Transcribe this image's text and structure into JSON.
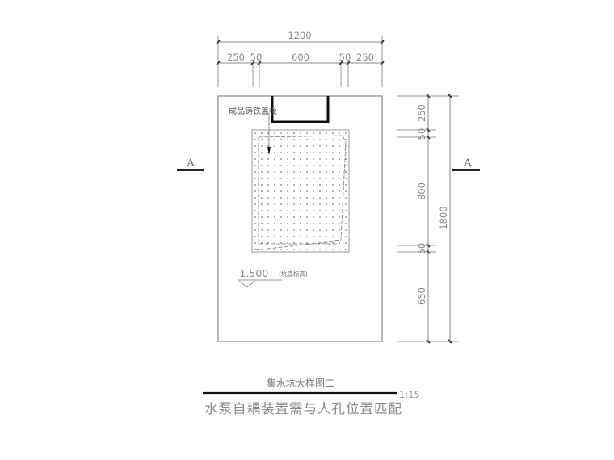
{
  "drawing": {
    "title": "集水坑大样图二",
    "scale": "1:15",
    "subtitle": "水泵自耦装置需与人孔位置匹配",
    "section_marker_left": "A",
    "section_marker_right": "A",
    "cover_label": "成品铸铁盖板",
    "elevation_value": "-1.500",
    "elevation_note": "(坑底标高)",
    "top_dimensions": {
      "total": "1200",
      "segments": [
        "250",
        "50",
        "600",
        "50",
        "250"
      ]
    },
    "right_dimensions": {
      "total": "1800",
      "segments": [
        "250",
        "50",
        "800",
        "50",
        "650"
      ]
    },
    "colors": {
      "line": "#9a9a9a",
      "heavy_line": "#111111",
      "text": "#8a8a8a",
      "background": "#ffffff"
    }
  }
}
